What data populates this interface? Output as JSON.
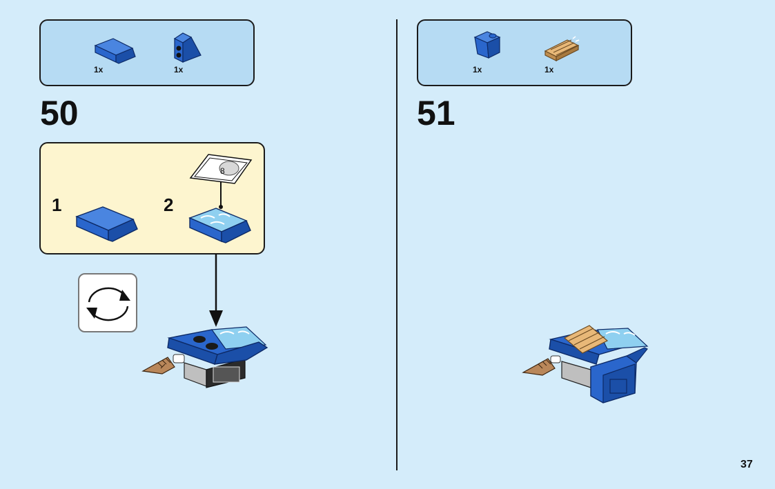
{
  "steps": [
    {
      "number": "50",
      "parts": [
        {
          "icon": "curved-slope-brick-icon",
          "qty": "1x",
          "color": "#2a66cc"
        },
        {
          "icon": "wedge-slope-brick-icon",
          "qty": "1x",
          "color": "#2a66cc"
        }
      ],
      "substeps": [
        {
          "number": "1",
          "icon": "curved-slope-brick-icon"
        },
        {
          "number": "2",
          "icon": "stickered-curved-slope-icon"
        }
      ],
      "extra_icon": "rotate-model-icon"
    },
    {
      "number": "51",
      "parts": [
        {
          "icon": "inverted-slope-brick-icon",
          "qty": "1x",
          "color": "#2a66cc"
        },
        {
          "icon": "wooden-grille-plate-icon",
          "qty": "1x",
          "color": "#d9a868"
        }
      ]
    }
  ],
  "page_number": "37",
  "colors": {
    "background": "#d4ecfa",
    "parts_panel": "#b6dbf3",
    "substep_panel": "#fdf5cf",
    "brick_blue": "#2a66cc",
    "tan": "#d9a868"
  }
}
